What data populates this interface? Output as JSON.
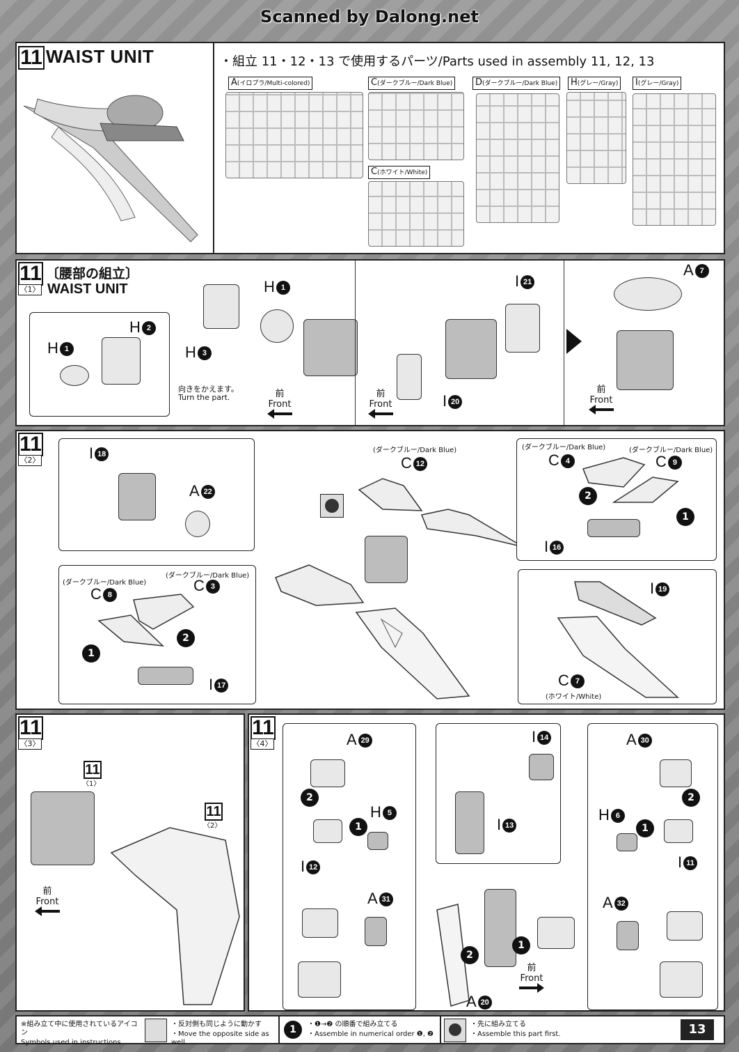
{
  "header": {
    "scan_credit": "Scanned by Dalong.net"
  },
  "step11": {
    "number": "11",
    "title": "WAIST UNIT",
    "parts_heading": "・組立 11・12・13 で使用するパーツ/Parts used in assembly 11, 12, 13"
  },
  "sprues": [
    {
      "letter": "A",
      "color": "(イロプラ/Multi-colored)"
    },
    {
      "letter": "C",
      "color": "(ダークブルー/Dark Blue)"
    },
    {
      "letter": "C",
      "color": "(ホワイト/White)"
    },
    {
      "letter": "D",
      "color": "(ダークブルー/Dark Blue)"
    },
    {
      "letter": "H",
      "color": "(グレー/Gray)"
    },
    {
      "letter": "I",
      "color": "(グレー/Gray)"
    }
  ],
  "sub1": {
    "step": "11",
    "sub": "〈1〉",
    "title_jp": "〔腰部の組立〕",
    "title_en": "WAIST UNIT",
    "turn_jp": "向きをかえます。",
    "turn_en": "Turn the part.",
    "labels": {
      "h1a": "H",
      "h1a_n": "1",
      "h2": "H",
      "h2_n": "2",
      "h1b": "H",
      "h1b_n": "1",
      "h3": "H",
      "h3_n": "3",
      "i21": "I",
      "i21_n": "21",
      "i20": "I",
      "i20_n": "20",
      "a7": "A",
      "a7_n": "7"
    }
  },
  "sub2": {
    "step": "11",
    "sub": "〈2〉",
    "labels": {
      "i18": "I",
      "i18_n": "18",
      "a22": "A",
      "a22_n": "22",
      "c12": "C",
      "c12_n": "12",
      "c12_color": "(ダークブルー/Dark Blue)",
      "c4": "C",
      "c4_n": "4",
      "c4_color": "(ダークブルー/Dark Blue)",
      "c9": "C",
      "c9_n": "9",
      "c9_color": "(ダークブルー/Dark Blue)",
      "i16": "I",
      "i16_n": "16",
      "c8": "C",
      "c8_n": "8",
      "c8_color": "(ダークブルー/Dark Blue)",
      "c3": "C",
      "c3_n": "3",
      "c3_color": "(ダークブルー/Dark Blue)",
      "i17": "I",
      "i17_n": "17",
      "i19": "I",
      "i19_n": "19",
      "c7": "C",
      "c7_n": "7",
      "c7_color": "(ホワイト/White)"
    }
  },
  "sub3": {
    "step": "11",
    "sub": "〈3〉",
    "ref1": "11",
    "ref1_sub": "〈1〉",
    "ref2": "11",
    "ref2_sub": "〈2〉"
  },
  "sub4": {
    "step": "11",
    "sub": "〈4〉",
    "labels": {
      "a29": "A",
      "a29_n": "29",
      "h5": "H",
      "h5_n": "5",
      "i12": "I",
      "i12_n": "12",
      "a31": "A",
      "a31_n": "31",
      "i14": "I",
      "i14_n": "14",
      "i13": "I",
      "i13_n": "13",
      "a20": "A",
      "a20_n": "20",
      "a30": "A",
      "a30_n": "30",
      "h6": "H",
      "h6_n": "6",
      "i11": "I",
      "i11_n": "11",
      "a32": "A",
      "a32_n": "32"
    }
  },
  "front": {
    "jp": "前",
    "en": "Front"
  },
  "order": {
    "one": "1",
    "two": "2"
  },
  "footer": {
    "symbols_jp": "※組み立て中に使用されているアイコン",
    "symbols_en": "Symbols used in instructions",
    "opposite_jp": "・反対側も同じように動かす",
    "opposite_en": "・Move the opposite side as well.",
    "order_jp": "・❶→❷ の順番で組み立てる",
    "order_en": "・Assemble in numerical order ❶, ❷ ...",
    "first_jp": "・先に組み立てる",
    "first_en": "・Assemble this part first.",
    "page": "13"
  }
}
